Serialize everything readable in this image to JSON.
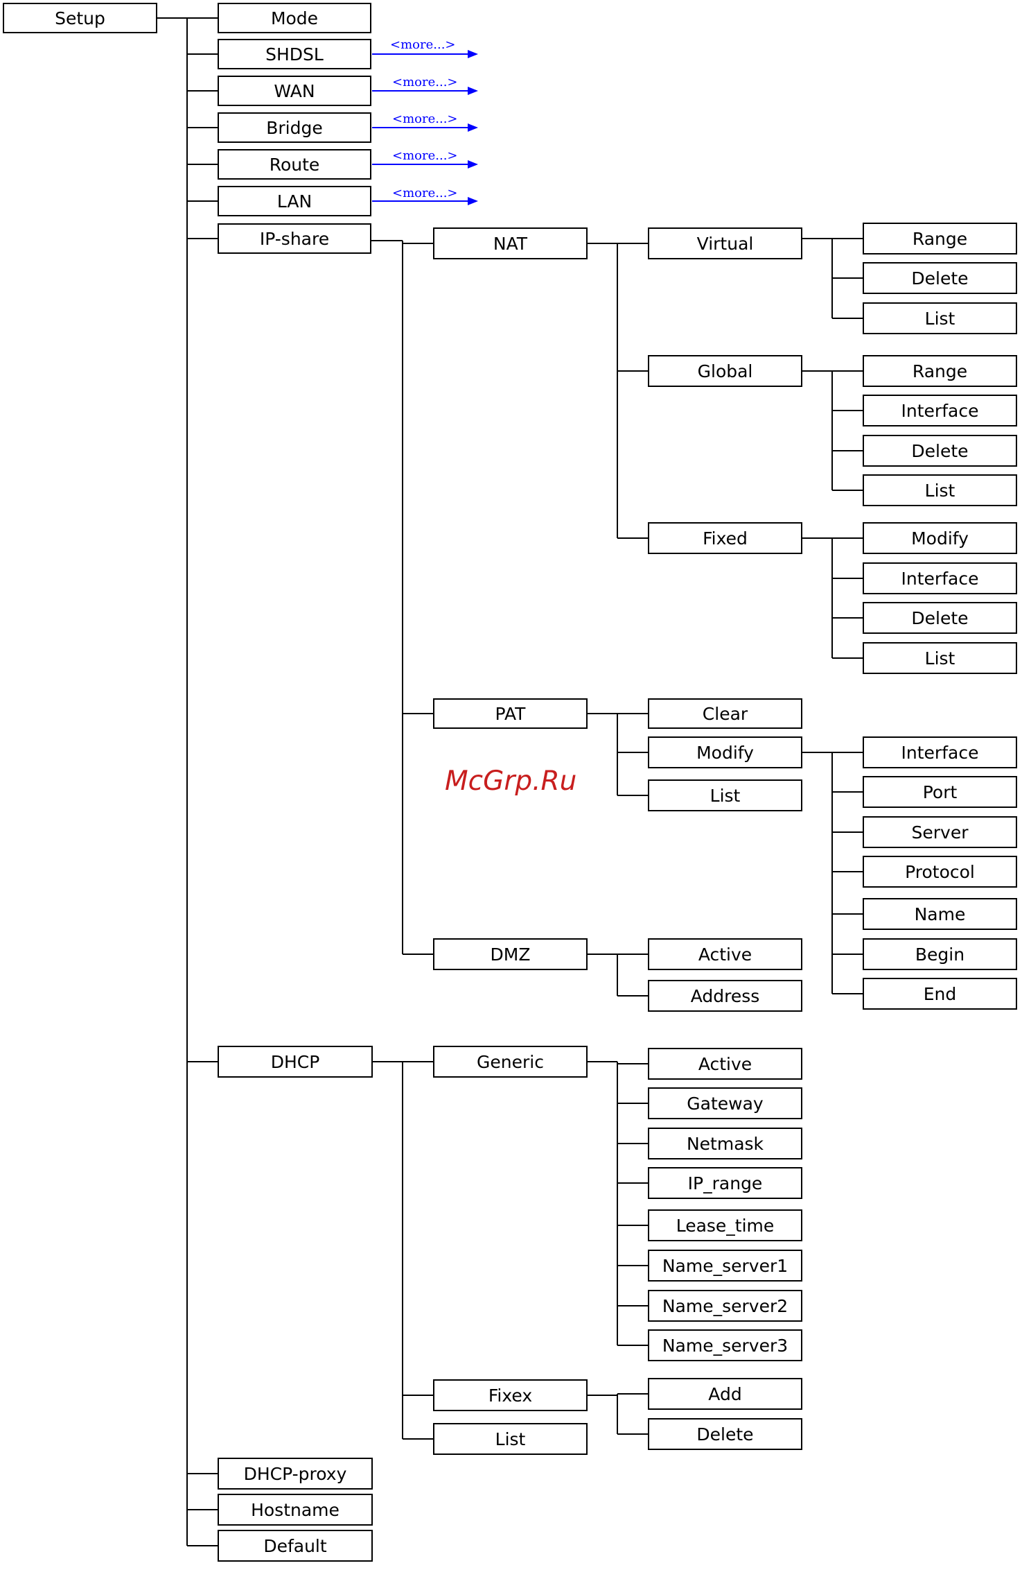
{
  "root": "Setup",
  "level1": {
    "mode": "Mode",
    "shdsl": "SHDSL",
    "wan": "WAN",
    "bridge": "Bridge",
    "route": "Route",
    "lan": "LAN",
    "ipshare": "IP-share",
    "dhcp": "DHCP",
    "dhcp_proxy": "DHCP-proxy",
    "hostname": "Hostname",
    "default": "Default"
  },
  "more_label": "<more...>",
  "ipshare": {
    "nat": "NAT",
    "pat": "PAT",
    "dmz": "DMZ",
    "virtual": "Virtual",
    "global": "Global",
    "fixed": "Fixed",
    "virtual_children": [
      "Range",
      "Delete",
      "List"
    ],
    "global_children": [
      "Range",
      "Interface",
      "Delete",
      "List"
    ],
    "fixed_children": [
      "Modify",
      "Interface",
      "Delete",
      "List"
    ],
    "pat_children": {
      "clear": "Clear",
      "modify": "Modify",
      "list": "List"
    },
    "pat_modify_children": [
      "Interface",
      "Port",
      "Server",
      "Protocol",
      "Name",
      "Begin",
      "End"
    ],
    "dmz_children": [
      "Active",
      "Address"
    ]
  },
  "dhcp": {
    "generic": "Generic",
    "fixex": "Fixex",
    "list": "List",
    "generic_children": [
      "Active",
      "Gateway",
      "Netmask",
      "IP_range",
      "Lease_time",
      "Name_server1",
      "Name_server2",
      "Name_server3"
    ],
    "fixex_children": [
      "Add",
      "Delete"
    ]
  },
  "watermark": "McGrp.Ru",
  "colors": {
    "line": "#000000",
    "more_arrow": "#0000ff",
    "watermark": "#c81e1e"
  }
}
